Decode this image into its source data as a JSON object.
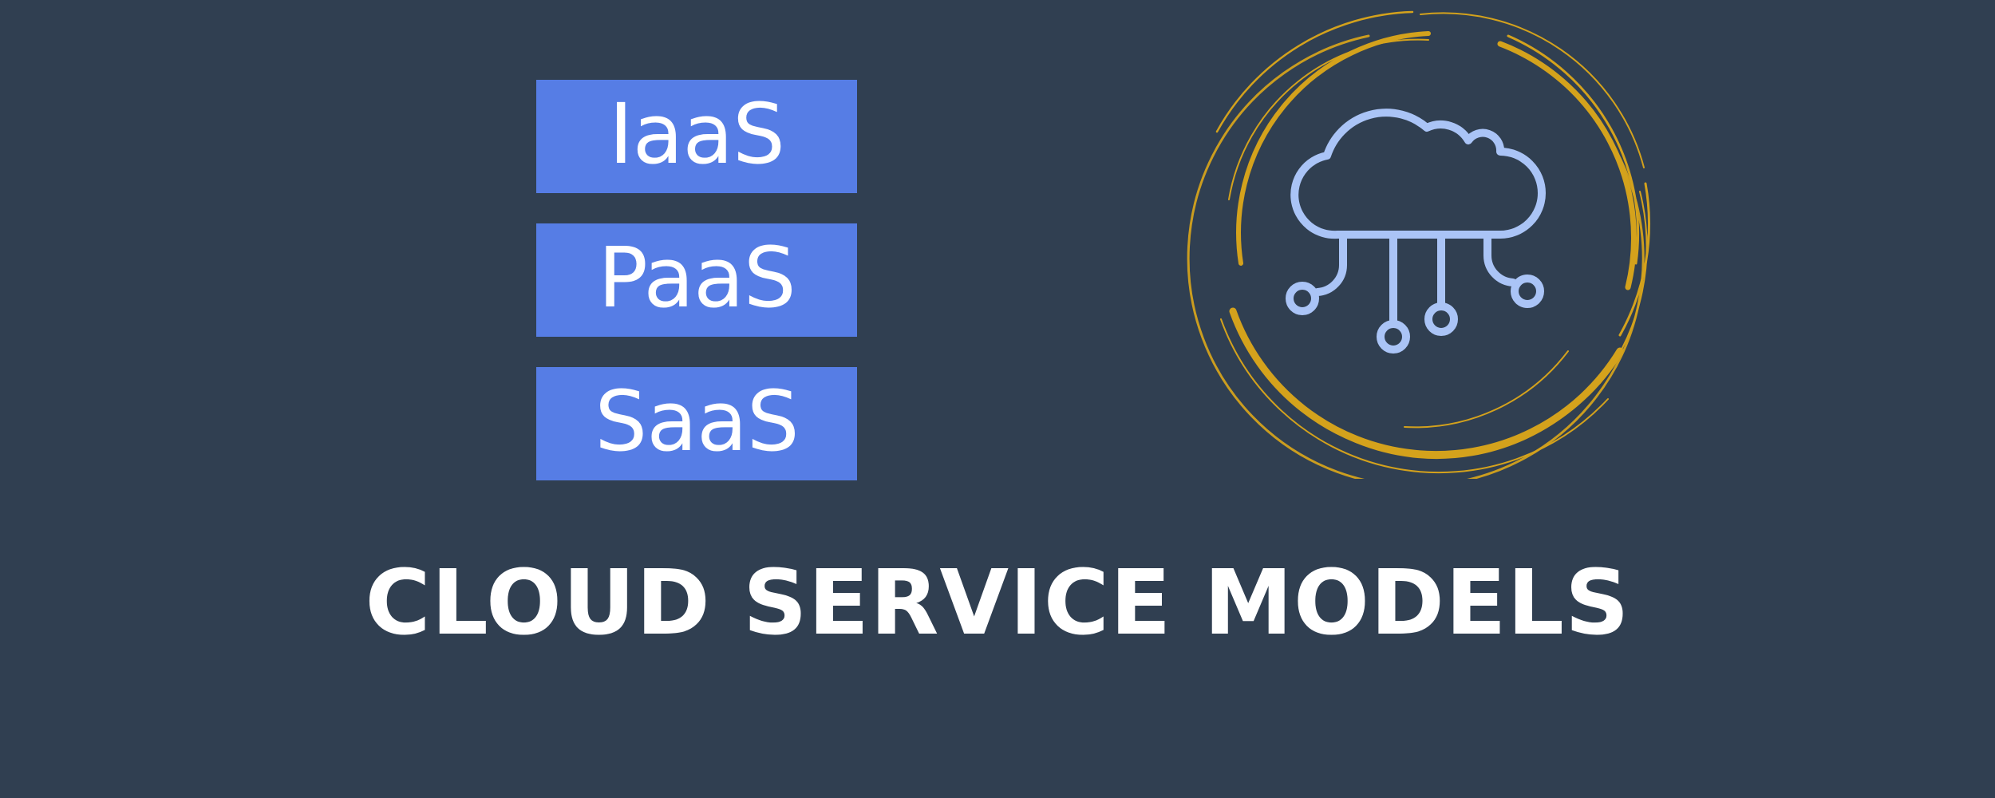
{
  "models": {
    "iaas": "IaaS",
    "paas": "PaaS",
    "saas": "SaaS"
  },
  "title": "CLOUD SERVICE MODELS",
  "colors": {
    "background": "#303f51",
    "box": "#567de5",
    "text": "#ffffff",
    "ring": "#d4a21c",
    "cloud_icon": "#aac4f6"
  },
  "icons": {
    "emblem": "cloud-network-icon",
    "ring": "brush-ring"
  }
}
